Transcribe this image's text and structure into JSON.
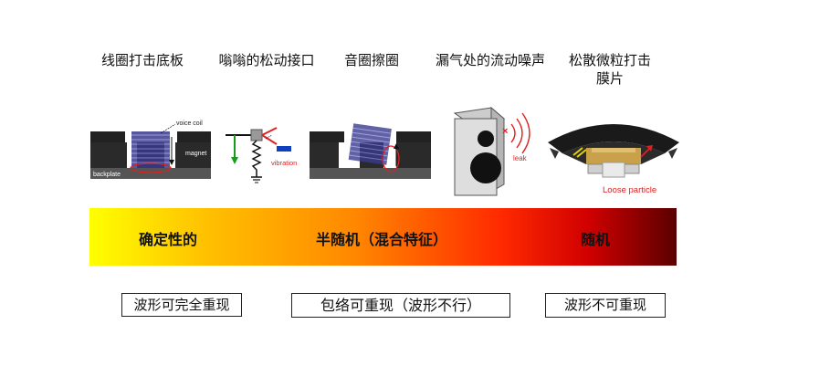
{
  "captions": [
    "线圈打击底板",
    "嗡嗡的松动接口",
    "音圈擦圈",
    "漏气处的流动噪声",
    "松散微粒打击膜片"
  ],
  "figure_labels": {
    "voice_coil": "voice coil",
    "magnet": "magnet",
    "backplate": "backplate",
    "vibration": "vibration",
    "leak": "leak",
    "loose_particle": "Loose particle"
  },
  "scale": {
    "deterministic": "确定性的",
    "semi_random": "半随机（混合特征）",
    "random": "随机"
  },
  "reproducibility": {
    "fully": "波形可完全重现",
    "envelope": "包络可重现（波形不行）",
    "none": "波形不可重现"
  },
  "colors": {
    "gradient_start": "#ffff00",
    "gradient_mid": "#ff8800",
    "gradient_red": "#ff2a00",
    "gradient_end": "#5a0000",
    "annotation_red": "#e02020",
    "coil_blue": "#30307a",
    "arrow_green": "#1a9a1a",
    "bar_blue": "#1040c0"
  }
}
